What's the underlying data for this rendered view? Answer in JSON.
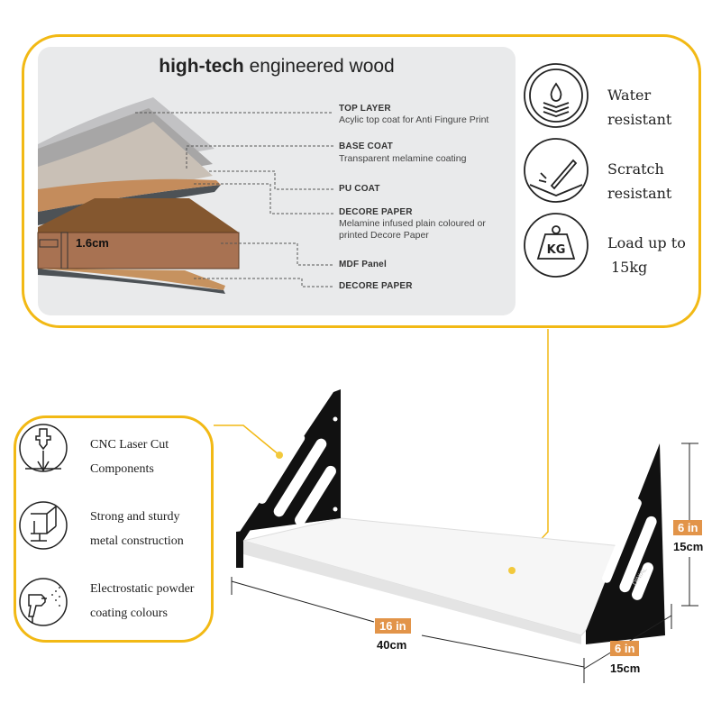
{
  "title": {
    "bold": "high-tech",
    "rest": " engineered wood"
  },
  "thickness": "1.6cm",
  "layers": [
    {
      "name": "TOP LAYER",
      "desc": "Acylic top coat for Anti Fingure Print"
    },
    {
      "name": "BASE COAT",
      "desc": "Transparent melamine coating"
    },
    {
      "name": "PU COAT",
      "desc": ""
    },
    {
      "name": "DECORE PAPER",
      "desc1": "Melamine infused plain coloured or",
      "desc2": "printed Decore Paper"
    },
    {
      "name": "MDF Panel",
      "desc": ""
    },
    {
      "name": "DECORE PAPER",
      "desc": ""
    }
  ],
  "features": [
    {
      "icon": "water-drop-layers-icon",
      "line1": "Water",
      "line2": "resistant"
    },
    {
      "icon": "scratch-knife-icon",
      "line1": "Scratch",
      "line2": "resistant"
    },
    {
      "icon": "kg-weight-icon",
      "line1": "Load up to",
      "line2": "15kg"
    }
  ],
  "bracket_features": [
    {
      "icon": "laser-cutter-icon",
      "line1": "CNC Laser Cut",
      "line2": "Components"
    },
    {
      "icon": "steel-beam-icon",
      "line1": "Strong and sturdy",
      "line2": "metal construction"
    },
    {
      "icon": "spray-gun-icon",
      "line1": "Electrostatic powder",
      "line2": "coating colours"
    }
  ],
  "dimensions": {
    "width": {
      "in": "16 in",
      "cm": "40cm"
    },
    "depth": {
      "in": "6 in",
      "cm": "15cm"
    },
    "height": {
      "in": "6 in",
      "cm": "15cm"
    }
  },
  "brand": "DINIAL",
  "colors": {
    "accent": "#f2b915",
    "tag": "#e29449",
    "panel": "#e9eaeb"
  }
}
